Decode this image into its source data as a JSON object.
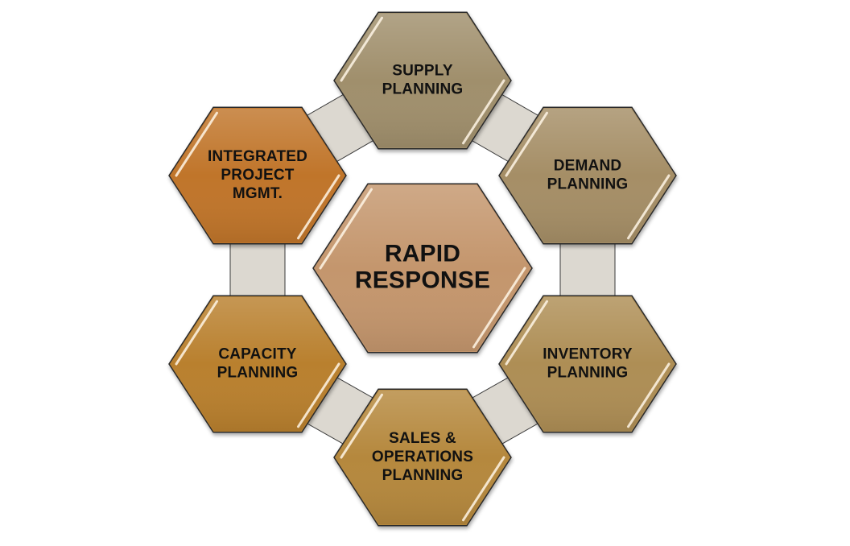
{
  "center": {
    "lines": [
      "RAPID",
      "RESPONSE"
    ],
    "color": "#c4966d"
  },
  "nodes": [
    {
      "id": "supply",
      "lines": [
        "SUPPLY",
        "PLANNING"
      ],
      "color": "#a08f6c"
    },
    {
      "id": "demand",
      "lines": [
        "DEMAND",
        "PLANNING"
      ],
      "color": "#a58e66"
    },
    {
      "id": "inventory",
      "lines": [
        "INVENTORY",
        "PLANNING"
      ],
      "color": "#ae8e55"
    },
    {
      "id": "sales-ops",
      "lines": [
        "SALES &",
        "OPERATIONS",
        "PLANNING"
      ],
      "color": "#b5883d"
    },
    {
      "id": "capacity",
      "lines": [
        "CAPACITY",
        "PLANNING"
      ],
      "color": "#b9802f"
    },
    {
      "id": "integrated",
      "lines": [
        "INTEGRATED",
        "PROJECT",
        "MGMT."
      ],
      "color": "#c0752a"
    }
  ],
  "connector_color": "#dcd8d0"
}
